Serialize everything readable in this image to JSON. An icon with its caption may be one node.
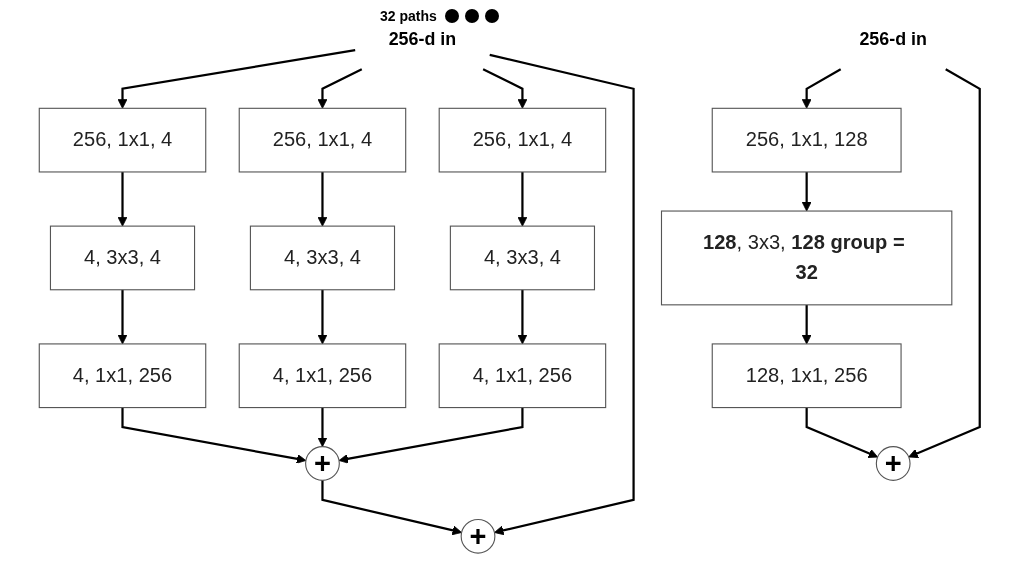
{
  "diagram": {
    "nodes": [
      {
        "text": [
          "256-d in"
        ]
      },
      {
        "text": [
          "256, 1x1, 4"
        ]
      },
      {
        "text": [
          "4, 3x3, 4"
        ]
      },
      {
        "text": [
          "4, 1x1, 256"
        ]
      },
      {
        "text": [
          "256, 1x1, 4"
        ]
      },
      {
        "text": [
          "4, 3x3, 4"
        ]
      },
      {
        "text": [
          "4, 1x1, 256"
        ]
      },
      {
        "text": [
          "256, 1x1, 4"
        ]
      },
      {
        "text": [
          "4, 3x3, 4"
        ]
      },
      {
        "text": [
          "4, 1x1, 256"
        ]
      },
      {
        "text": [
          "+"
        ]
      },
      {
        "text": [
          "+"
        ]
      },
      {
        "text": [
          "256-d in"
        ]
      },
      {
        "text": [
          "256, 1x1, 128"
        ]
      },
      {
        "text": [
          "**128**, 3x3, **128** **group = 32**"
        ]
      },
      {
        "text": [
          "128, 1x1, 256"
        ]
      },
      {
        "text": [
          "+"
        ]
      }
    ],
    "edges": [
      {
        "from": 0,
        "to": 1,
        "arrow": "to"
      },
      {
        "from": 0,
        "to": 4,
        "arrow": "to"
      },
      {
        "from": 0,
        "to": 7,
        "arrow": "to"
      },
      {
        "from": 1,
        "to": 2,
        "arrow": "to"
      },
      {
        "from": 2,
        "to": 3,
        "arrow": "to"
      },
      {
        "from": 4,
        "to": 5,
        "arrow": "to"
      },
      {
        "from": 5,
        "to": 6,
        "arrow": "to"
      },
      {
        "from": 7,
        "to": 8,
        "arrow": "to"
      },
      {
        "from": 8,
        "to": 9,
        "arrow": "to"
      },
      {
        "from": 3,
        "to": 10,
        "arrow": "to"
      },
      {
        "from": 6,
        "to": 10,
        "arrow": "to"
      },
      {
        "from": 9,
        "to": 10,
        "arrow": "to"
      },
      {
        "from": 10,
        "to": 11,
        "arrow": "to"
      },
      {
        "from": 0,
        "to": 11,
        "arrow": "to"
      },
      {
        "from": 12,
        "to": 13,
        "arrow": "to"
      },
      {
        "from": 13,
        "to": 14,
        "arrow": "to"
      },
      {
        "from": 14,
        "to": 15,
        "arrow": "to"
      },
      {
        "from": 15,
        "to": 16,
        "arrow": "to"
      },
      {
        "from": 12,
        "to": 16,
        "arrow": "to"
      }
    ],
    "labels": [
      "32 paths"
    ]
  }
}
